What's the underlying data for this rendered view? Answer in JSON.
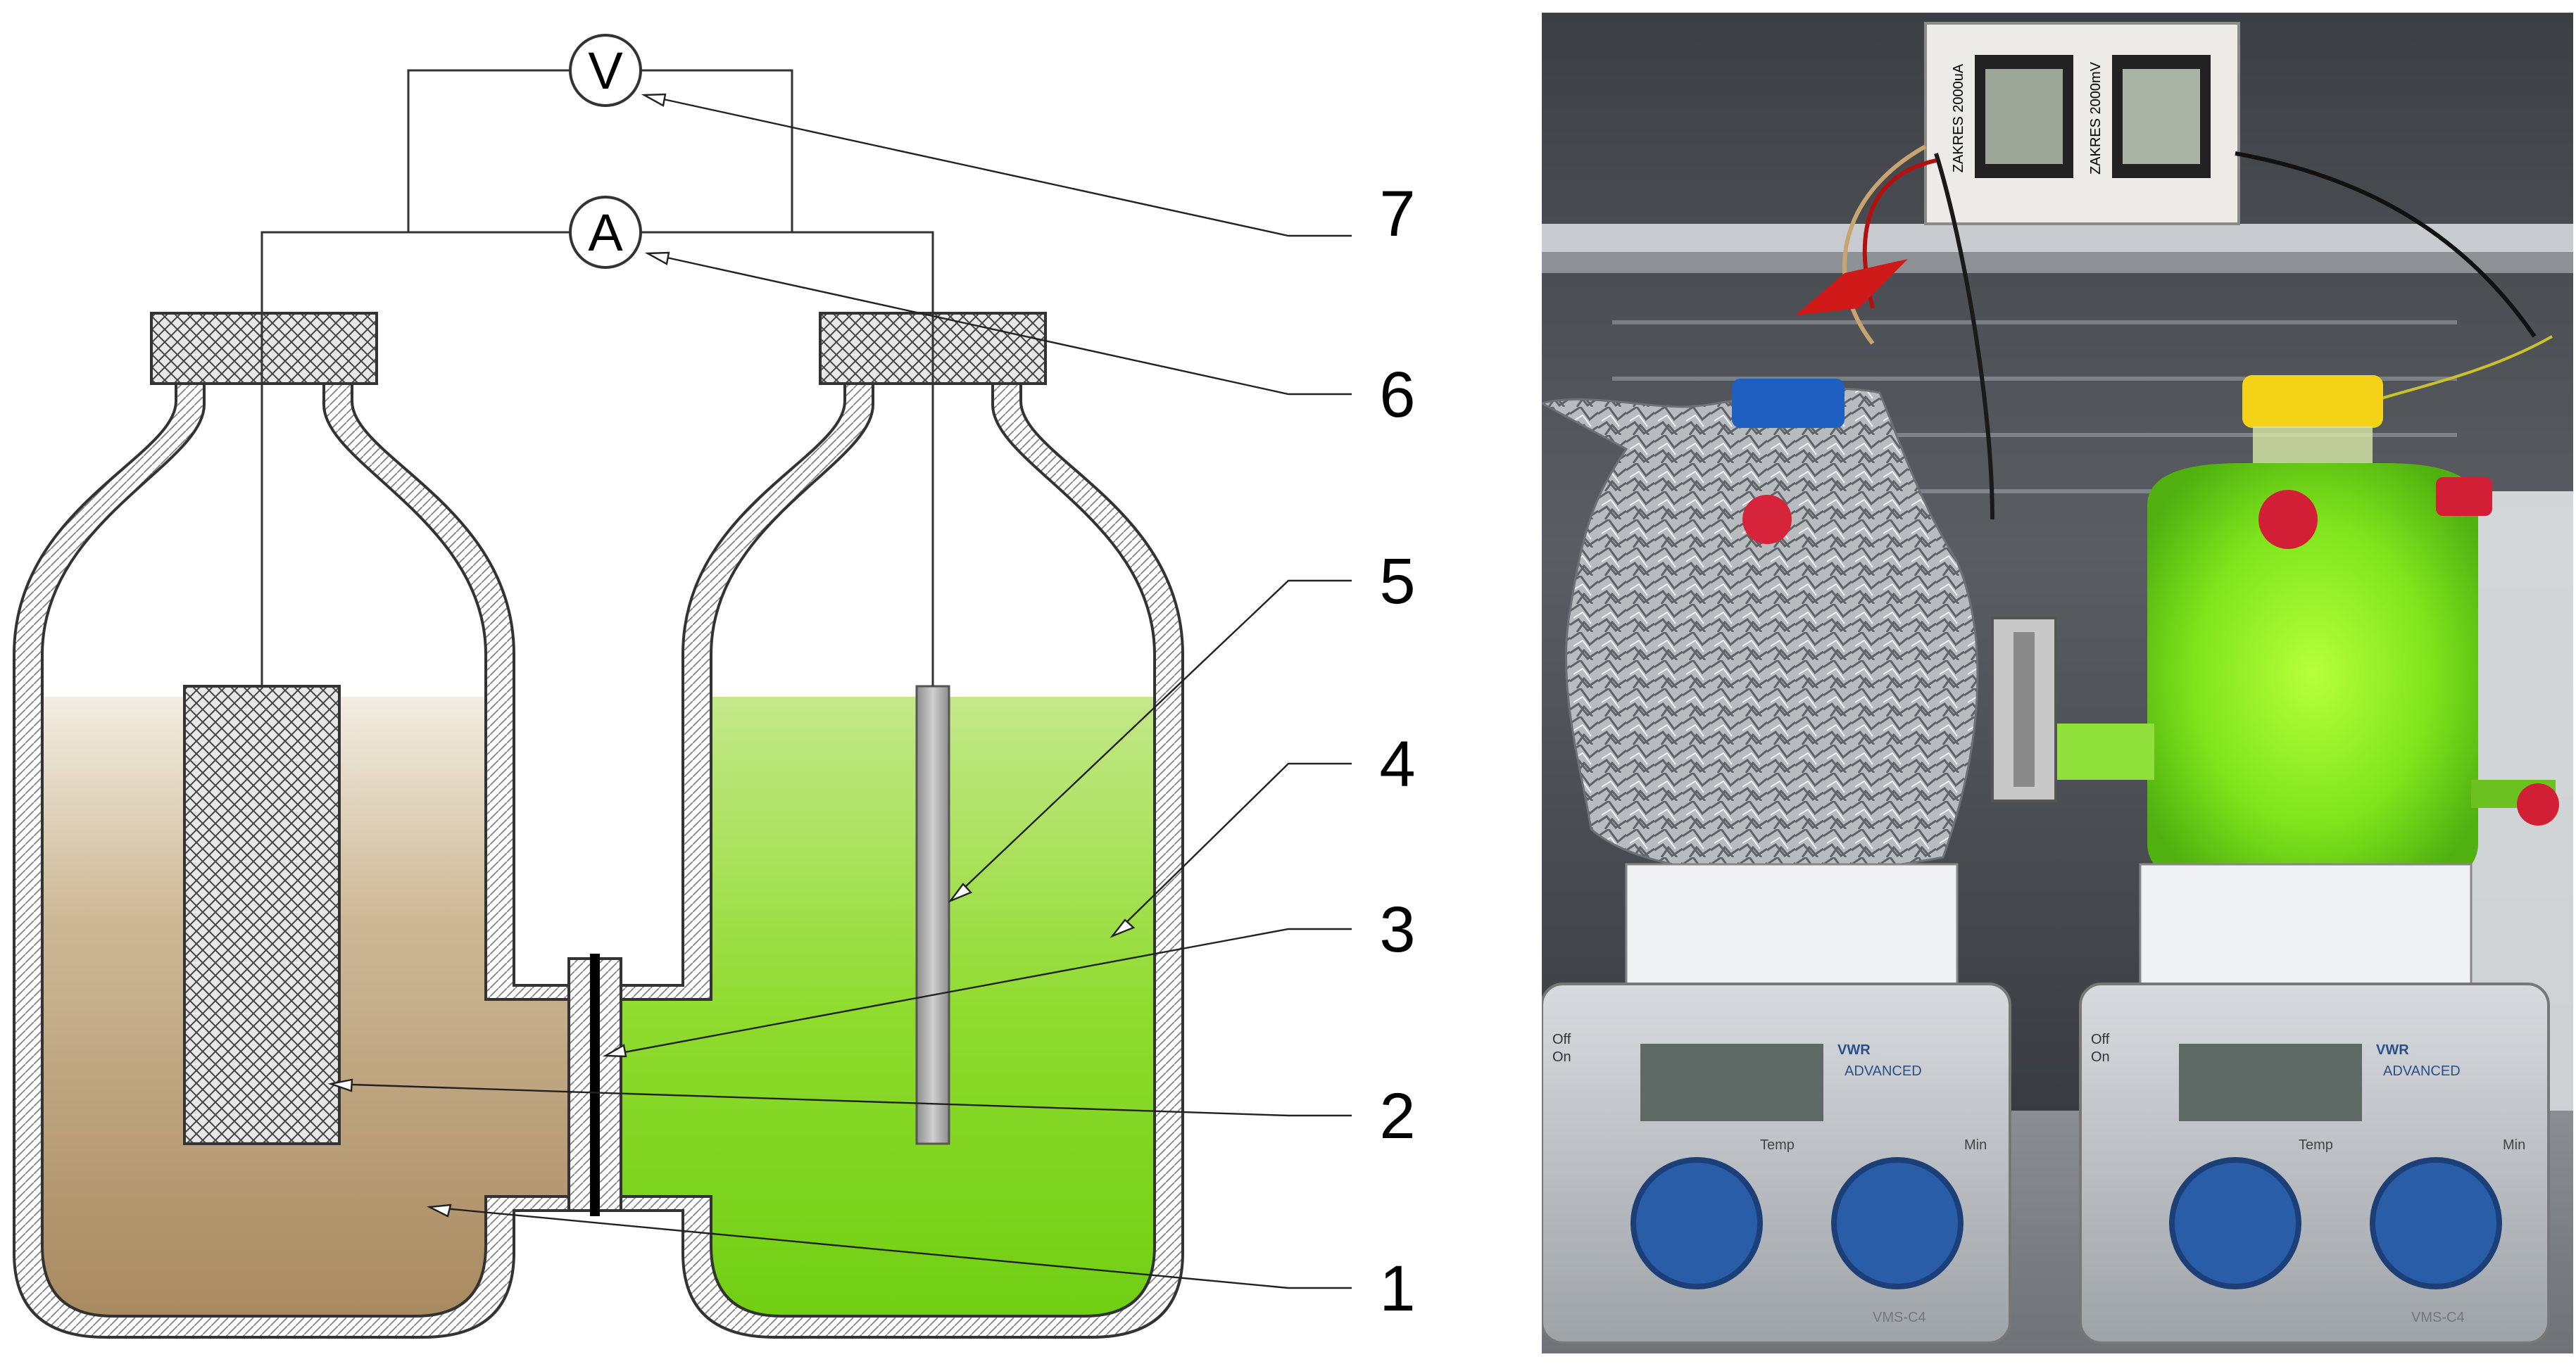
{
  "diagram": {
    "meters": {
      "voltmeter": "V",
      "ammeter": "A"
    },
    "callouts": [
      "1",
      "2",
      "3",
      "4",
      "5",
      "6",
      "7"
    ]
  },
  "photo": {
    "device": {
      "labels": [
        "ZAKRES 2000uA",
        "ZAKRES 2000mV"
      ]
    },
    "stirrers": [
      {
        "brand": "VWR",
        "sub": "ADVANCED",
        "model": "VMS-C4",
        "onoff": [
          "Off",
          "On"
        ],
        "knobs": [
          "Temp",
          "Min"
        ]
      },
      {
        "brand": "VWR",
        "sub": "ADVANCED",
        "model": "VMS-C4",
        "onoff": [
          "Off",
          "On"
        ],
        "knobs": [
          "Temp",
          "Min"
        ]
      }
    ]
  },
  "colors": {
    "anolyte": "#a8885e",
    "catholyte": "#7cd61a",
    "cap": "#9a9a9a",
    "foil": "#b9bcbf"
  }
}
